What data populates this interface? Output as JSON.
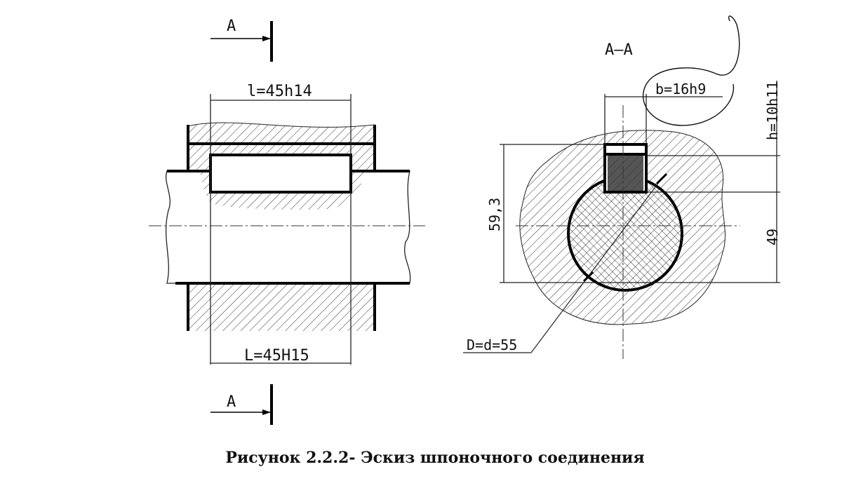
{
  "section_marks": {
    "top": "A",
    "bottom": "A",
    "section_title": "A–A"
  },
  "dimensions": {
    "key_length": "l=45h14",
    "slot_length": "L=45H15",
    "key_width": "b=16h9",
    "key_height": "h=10h11",
    "hub_dim": "59,3",
    "shaft_dim": "49",
    "diameter": "D=d=55"
  },
  "caption": {
    "prefix": "Рисунок",
    "number": "2.2.2",
    "text": "- Эскиз шпоночного соединения"
  }
}
